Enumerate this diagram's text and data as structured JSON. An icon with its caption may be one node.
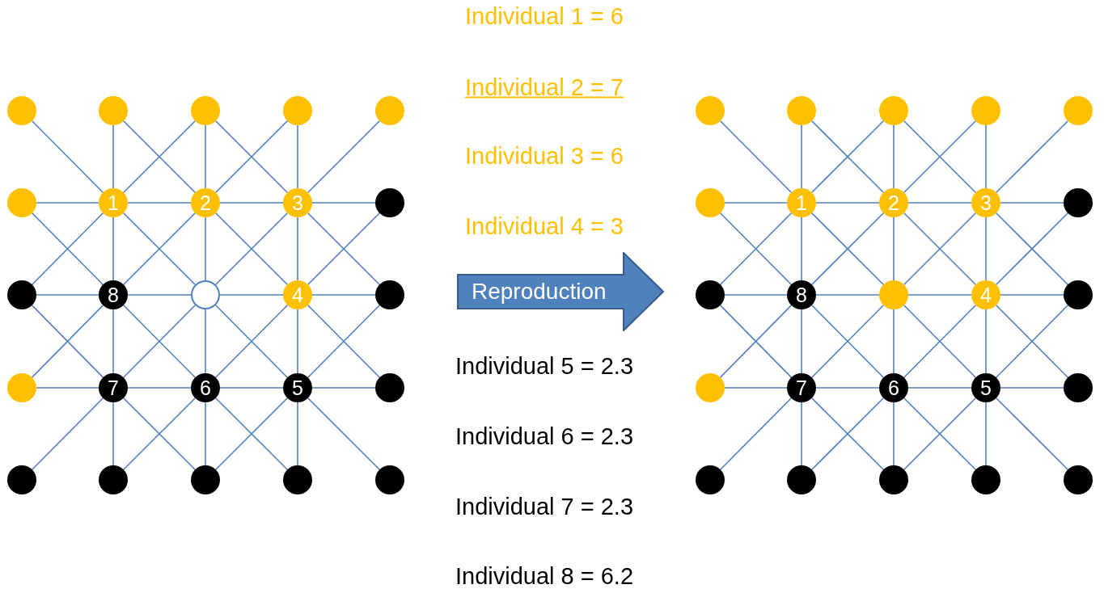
{
  "diagram": {
    "nodes": [
      {
        "text": [],
        "shape": "circle"
      },
      {
        "text": [],
        "shape": "circle"
      },
      {
        "text": [],
        "shape": "circle"
      },
      {
        "text": [],
        "shape": "circle"
      },
      {
        "text": [],
        "shape": "circle"
      },
      {
        "text": [],
        "shape": "circle"
      },
      {
        "text": [
          "1"
        ]
      },
      {
        "text": [
          "2"
        ]
      },
      {
        "text": [
          "3"
        ]
      },
      {
        "text": [],
        "shape": "circle"
      },
      {
        "text": [],
        "shape": "circle"
      },
      {
        "text": [
          "8"
        ]
      },
      {
        "text": [],
        "shape": "circle"
      },
      {
        "text": [
          "4"
        ]
      },
      {
        "text": [],
        "shape": "circle"
      },
      {
        "text": [],
        "shape": "circle"
      },
      {
        "text": [
          "7"
        ]
      },
      {
        "text": [
          "6"
        ]
      },
      {
        "text": [
          "5"
        ]
      },
      {
        "text": [],
        "shape": "circle"
      },
      {
        "text": [],
        "shape": "circle"
      },
      {
        "text": [],
        "shape": "circle"
      },
      {
        "text": [],
        "shape": "circle"
      },
      {
        "text": [],
        "shape": "circle"
      },
      {
        "text": [],
        "shape": "circle"
      },
      {
        "text": [
          "Reproduction"
        ]
      },
      {
        "text": [],
        "shape": "circle"
      },
      {
        "text": [],
        "shape": "circle"
      },
      {
        "text": [],
        "shape": "circle"
      },
      {
        "text": [],
        "shape": "circle"
      },
      {
        "text": [],
        "shape": "circle"
      },
      {
        "text": [],
        "shape": "circle"
      },
      {
        "text": [
          "1"
        ]
      },
      {
        "text": [
          "2"
        ]
      },
      {
        "text": [
          "3"
        ]
      },
      {
        "text": [],
        "shape": "circle"
      },
      {
        "text": [],
        "shape": "circle"
      },
      {
        "text": [
          "8"
        ]
      },
      {
        "text": [],
        "shape": "circle"
      },
      {
        "text": [
          "4"
        ]
      },
      {
        "text": [],
        "shape": "circle"
      },
      {
        "text": [],
        "shape": "circle"
      },
      {
        "text": [
          "7"
        ]
      },
      {
        "text": [
          "6"
        ]
      },
      {
        "text": [
          "5"
        ]
      },
      {
        "text": [],
        "shape": "circle"
      },
      {
        "text": [],
        "shape": "circle"
      },
      {
        "text": [],
        "shape": "circle"
      },
      {
        "text": [],
        "shape": "circle"
      },
      {
        "text": [],
        "shape": "circle"
      },
      {
        "text": [],
        "shape": "circle"
      }
    ],
    "edges": [
      {
        "from": 6,
        "to": 0,
        "arrow": "none"
      },
      {
        "from": 6,
        "to": 1,
        "arrow": "none"
      },
      {
        "from": 6,
        "to": 2,
        "arrow": "none"
      },
      {
        "from": 6,
        "to": 5,
        "arrow": "none"
      },
      {
        "from": 6,
        "to": 7,
        "arrow": "none"
      },
      {
        "from": 6,
        "to": 10,
        "arrow": "none"
      },
      {
        "from": 6,
        "to": 11,
        "arrow": "none"
      },
      {
        "from": 6,
        "to": 12,
        "arrow": "none"
      },
      {
        "from": 7,
        "to": 1,
        "arrow": "none"
      },
      {
        "from": 7,
        "to": 2,
        "arrow": "none"
      },
      {
        "from": 7,
        "to": 3,
        "arrow": "none"
      },
      {
        "from": 7,
        "to": 8,
        "arrow": "none"
      },
      {
        "from": 7,
        "to": 11,
        "arrow": "none"
      },
      {
        "from": 7,
        "to": 12,
        "arrow": "none"
      },
      {
        "from": 7,
        "to": 13,
        "arrow": "none"
      },
      {
        "from": 8,
        "to": 2,
        "arrow": "none"
      },
      {
        "from": 8,
        "to": 3,
        "arrow": "none"
      },
      {
        "from": 8,
        "to": 4,
        "arrow": "none"
      },
      {
        "from": 8,
        "to": 9,
        "arrow": "none"
      },
      {
        "from": 8,
        "to": 12,
        "arrow": "none"
      },
      {
        "from": 8,
        "to": 13,
        "arrow": "none"
      },
      {
        "from": 8,
        "to": 14,
        "arrow": "none"
      },
      {
        "from": 11,
        "to": 5,
        "arrow": "none"
      },
      {
        "from": 11,
        "to": 10,
        "arrow": "none"
      },
      {
        "from": 11,
        "to": 12,
        "arrow": "none"
      },
      {
        "from": 11,
        "to": 15,
        "arrow": "none"
      },
      {
        "from": 11,
        "to": 16,
        "arrow": "none"
      },
      {
        "from": 11,
        "to": 17,
        "arrow": "none"
      },
      {
        "from": 12,
        "to": 13,
        "arrow": "none"
      },
      {
        "from": 12,
        "to": 16,
        "arrow": "none"
      },
      {
        "from": 12,
        "to": 17,
        "arrow": "none"
      },
      {
        "from": 12,
        "to": 18,
        "arrow": "none"
      },
      {
        "from": 13,
        "to": 9,
        "arrow": "none"
      },
      {
        "from": 13,
        "to": 14,
        "arrow": "none"
      },
      {
        "from": 13,
        "to": 17,
        "arrow": "none"
      },
      {
        "from": 13,
        "to": 18,
        "arrow": "none"
      },
      {
        "from": 13,
        "to": 19,
        "arrow": "none"
      },
      {
        "from": 16,
        "to": 10,
        "arrow": "none"
      },
      {
        "from": 16,
        "to": 15,
        "arrow": "none"
      },
      {
        "from": 16,
        "to": 17,
        "arrow": "none"
      },
      {
        "from": 16,
        "to": 20,
        "arrow": "none"
      },
      {
        "from": 16,
        "to": 21,
        "arrow": "none"
      },
      {
        "from": 16,
        "to": 22,
        "arrow": "none"
      },
      {
        "from": 17,
        "to": 18,
        "arrow": "none"
      },
      {
        "from": 17,
        "to": 21,
        "arrow": "none"
      },
      {
        "from": 17,
        "to": 22,
        "arrow": "none"
      },
      {
        "from": 17,
        "to": 23,
        "arrow": "none"
      },
      {
        "from": 18,
        "to": 14,
        "arrow": "none"
      },
      {
        "from": 18,
        "to": 19,
        "arrow": "none"
      },
      {
        "from": 18,
        "to": 22,
        "arrow": "none"
      },
      {
        "from": 18,
        "to": 23,
        "arrow": "none"
      },
      {
        "from": 18,
        "to": 24,
        "arrow": "none"
      },
      {
        "from": 32,
        "to": 26,
        "arrow": "none"
      },
      {
        "from": 32,
        "to": 27,
        "arrow": "none"
      },
      {
        "from": 32,
        "to": 28,
        "arrow": "none"
      },
      {
        "from": 32,
        "to": 31,
        "arrow": "none"
      },
      {
        "from": 32,
        "to": 33,
        "arrow": "none"
      },
      {
        "from": 32,
        "to": 36,
        "arrow": "none"
      },
      {
        "from": 32,
        "to": 37,
        "arrow": "none"
      },
      {
        "from": 32,
        "to": 38,
        "arrow": "none"
      },
      {
        "from": 33,
        "to": 27,
        "arrow": "none"
      },
      {
        "from": 33,
        "to": 28,
        "arrow": "none"
      },
      {
        "from": 33,
        "to": 29,
        "arrow": "none"
      },
      {
        "from": 33,
        "to": 34,
        "arrow": "none"
      },
      {
        "from": 33,
        "to": 37,
        "arrow": "none"
      },
      {
        "from": 33,
        "to": 38,
        "arrow": "none"
      },
      {
        "from": 33,
        "to": 39,
        "arrow": "none"
      },
      {
        "from": 34,
        "to": 28,
        "arrow": "none"
      },
      {
        "from": 34,
        "to": 29,
        "arrow": "none"
      },
      {
        "from": 34,
        "to": 30,
        "arrow": "none"
      },
      {
        "from": 34,
        "to": 35,
        "arrow": "none"
      },
      {
        "from": 34,
        "to": 38,
        "arrow": "none"
      },
      {
        "from": 34,
        "to": 39,
        "arrow": "none"
      },
      {
        "from": 34,
        "to": 40,
        "arrow": "none"
      },
      {
        "from": 37,
        "to": 31,
        "arrow": "none"
      },
      {
        "from": 37,
        "to": 36,
        "arrow": "none"
      },
      {
        "from": 37,
        "to": 38,
        "arrow": "none"
      },
      {
        "from": 37,
        "to": 41,
        "arrow": "none"
      },
      {
        "from": 37,
        "to": 42,
        "arrow": "none"
      },
      {
        "from": 37,
        "to": 43,
        "arrow": "none"
      },
      {
        "from": 38,
        "to": 39,
        "arrow": "none"
      },
      {
        "from": 38,
        "to": 42,
        "arrow": "none"
      },
      {
        "from": 38,
        "to": 43,
        "arrow": "none"
      },
      {
        "from": 38,
        "to": 44,
        "arrow": "none"
      },
      {
        "from": 39,
        "to": 35,
        "arrow": "none"
      },
      {
        "from": 39,
        "to": 40,
        "arrow": "none"
      },
      {
        "from": 39,
        "to": 43,
        "arrow": "none"
      },
      {
        "from": 39,
        "to": 44,
        "arrow": "none"
      },
      {
        "from": 39,
        "to": 45,
        "arrow": "none"
      },
      {
        "from": 42,
        "to": 36,
        "arrow": "none"
      },
      {
        "from": 42,
        "to": 41,
        "arrow": "none"
      },
      {
        "from": 42,
        "to": 43,
        "arrow": "none"
      },
      {
        "from": 42,
        "to": 46,
        "arrow": "none"
      },
      {
        "from": 42,
        "to": 47,
        "arrow": "none"
      },
      {
        "from": 42,
        "to": 48,
        "arrow": "none"
      },
      {
        "from": 43,
        "to": 44,
        "arrow": "none"
      },
      {
        "from": 43,
        "to": 47,
        "arrow": "none"
      },
      {
        "from": 43,
        "to": 48,
        "arrow": "none"
      },
      {
        "from": 43,
        "to": 49,
        "arrow": "none"
      },
      {
        "from": 44,
        "to": 40,
        "arrow": "none"
      },
      {
        "from": 44,
        "to": 45,
        "arrow": "none"
      },
      {
        "from": 44,
        "to": 48,
        "arrow": "none"
      },
      {
        "from": 44,
        "to": 49,
        "arrow": "none"
      },
      {
        "from": 44,
        "to": 50,
        "arrow": "none"
      }
    ],
    "labels": [
      "Individual 1 = 6",
      "Individual 2 = 7",
      "Individual 3 = 6",
      "Individual 4 = 3",
      "Individual 5 = 2.3",
      "Individual 6 = 2.3",
      "Individual 7 = 2.3",
      "Individual 8 = 6.2"
    ]
  }
}
